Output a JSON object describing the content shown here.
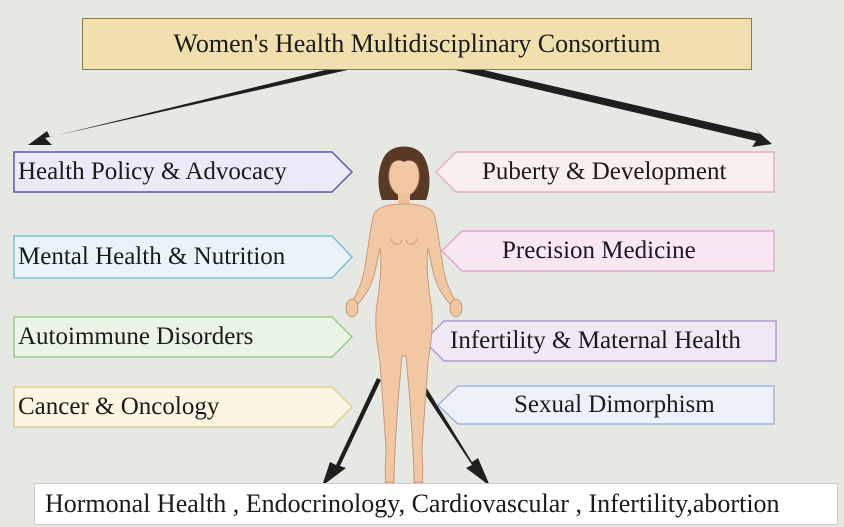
{
  "title": "Women's Health Multidisciplinary Consortium",
  "left_items": [
    {
      "label": "Health Policy & Advocacy",
      "fill": "#eceaf8",
      "stroke": "#5a5aa8"
    },
    {
      "label": "Mental Health & Nutrition",
      "fill": "#e8f4f8",
      "stroke": "#7fbfd8"
    },
    {
      "label": "Autoimmune Disorders",
      "fill": "#eaf5e6",
      "stroke": "#9ccc8c"
    },
    {
      "label": "Cancer & Oncology",
      "fill": "#fbf5e2",
      "stroke": "#e0cf92"
    }
  ],
  "right_items": [
    {
      "label": "Puberty & Development",
      "fill": "#fbeeee",
      "stroke": "#e3b4b4"
    },
    {
      "label": "Precision Medicine",
      "fill": "#f9e7f2",
      "stroke": "#e0a8cc"
    },
    {
      "label": "Infertility & Maternal Health",
      "fill": "#efe9f6",
      "stroke": "#b39ad6"
    },
    {
      "label": "Sexual Dimorphism",
      "fill": "#edf2fa",
      "stroke": "#9fb5d8"
    }
  ],
  "bottom_text": "Hormonal Health , Endocrinology, Cardiovascular , Infertility,abortion",
  "colors": {
    "arrow": "#1f1f1f",
    "skin": "#f2c7a4",
    "hair": "#5a3a26"
  }
}
